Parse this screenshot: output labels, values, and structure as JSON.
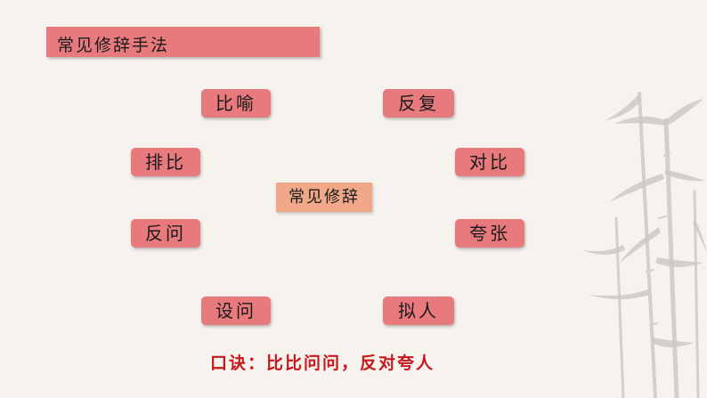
{
  "header": {
    "title": "常见修辞手法"
  },
  "center_label": "常见修辞",
  "devices": {
    "simile": "比喻",
    "repetition": "反复",
    "parallelism": "排比",
    "contrast": "对比",
    "rhetorical_question": "反问",
    "hyperbole": "夸张",
    "hypophora": "设问",
    "personification": "拟人"
  },
  "mnemonic": "口诀：比比问问，反对夸人",
  "colors": {
    "tag": "#e87a7d",
    "center_tag": "#f0a888",
    "mnemonic": "#c8181c",
    "background": "#f6f2ee"
  }
}
